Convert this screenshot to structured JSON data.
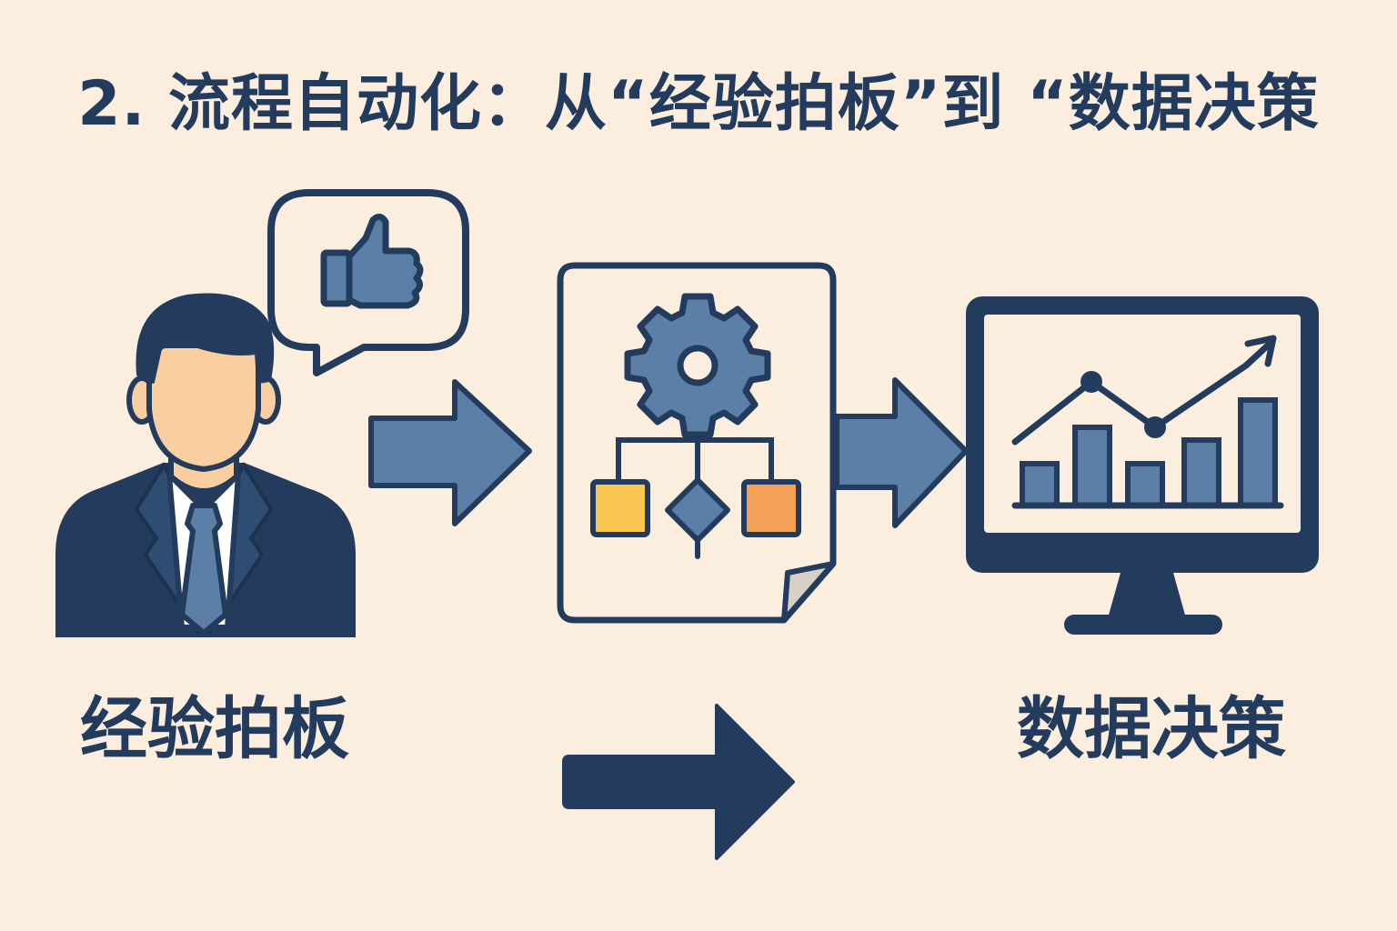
{
  "title": "2. 流程自动化：从“经验拍板”到 “数据决策",
  "left_label": "经验拍板",
  "right_label": "数据决策",
  "icons": {
    "person": "businessman-icon",
    "bubble": "thumbs-up-speech-bubble-icon",
    "document": "process-flowchart-document-icon",
    "gear": "gear-icon",
    "monitor": "chart-monitor-icon"
  },
  "colors": {
    "background": "#FBEEDF",
    "navy": "#233B5C",
    "steel_blue": "#5B7FA6",
    "skin": "#F9CFA2",
    "yellow": "#F8C551",
    "orange": "#F4A259"
  }
}
